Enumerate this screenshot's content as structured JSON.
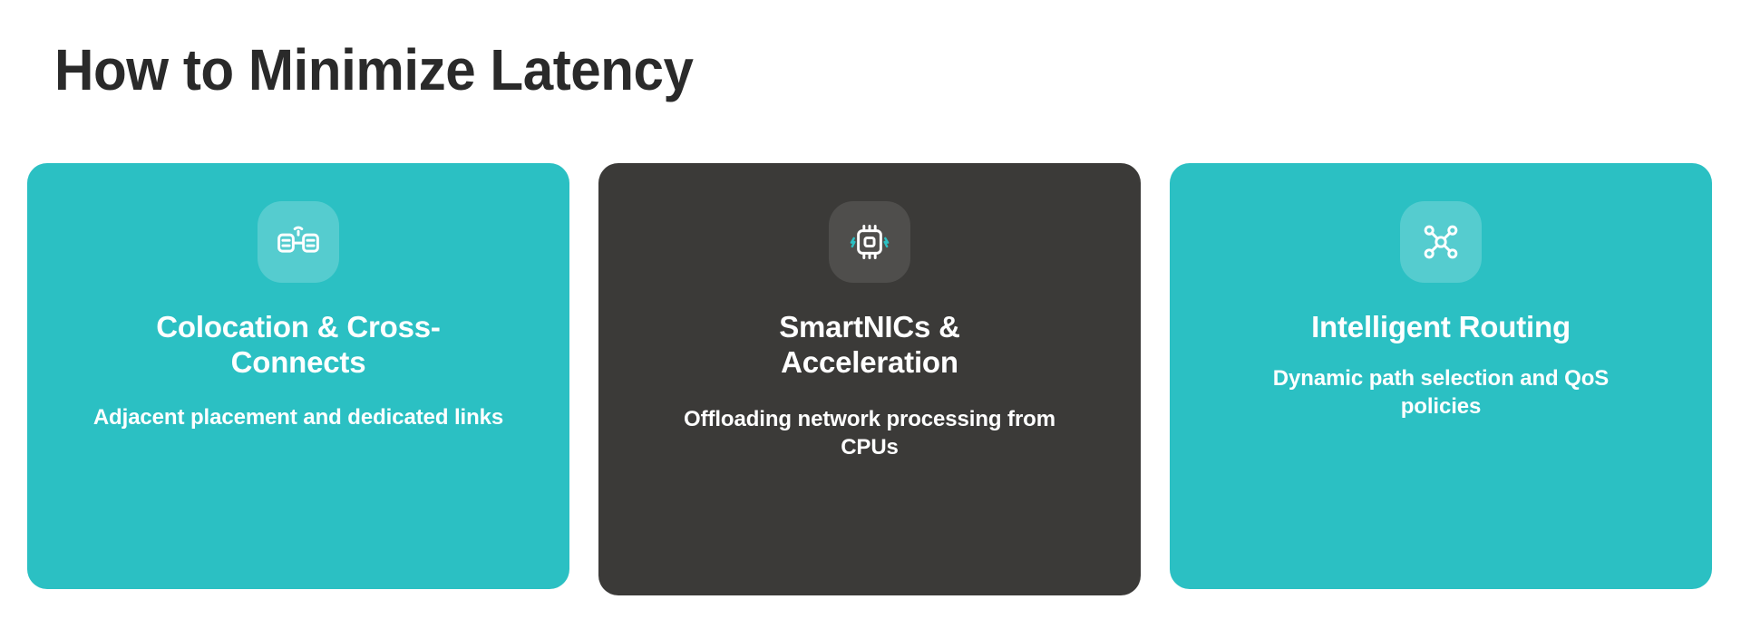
{
  "page": {
    "title": "How to Minimize Latency",
    "background_color": "#ffffff",
    "title_color": "#2a2a2a"
  },
  "theme": {
    "teal": "#2bc0c3",
    "dark": "#3b3a38",
    "text_on_card": "#ffffff",
    "accent_bolt": "#2bc0c3"
  },
  "cards": [
    {
      "icon": "server-rack-wireless-icon",
      "title": "Colocation & Cross-Connects",
      "description": "Adjacent placement and dedicated links",
      "style": "teal",
      "highlighted": false
    },
    {
      "icon": "cpu-chip-bolt-icon",
      "title": "SmartNICs & Acceleration",
      "description": "Offloading network processing from CPUs",
      "style": "dark",
      "highlighted": true
    },
    {
      "icon": "network-nodes-icon",
      "title": "Intelligent Routing",
      "description": "Dynamic path selection and QoS policies",
      "style": "teal",
      "highlighted": false
    }
  ]
}
